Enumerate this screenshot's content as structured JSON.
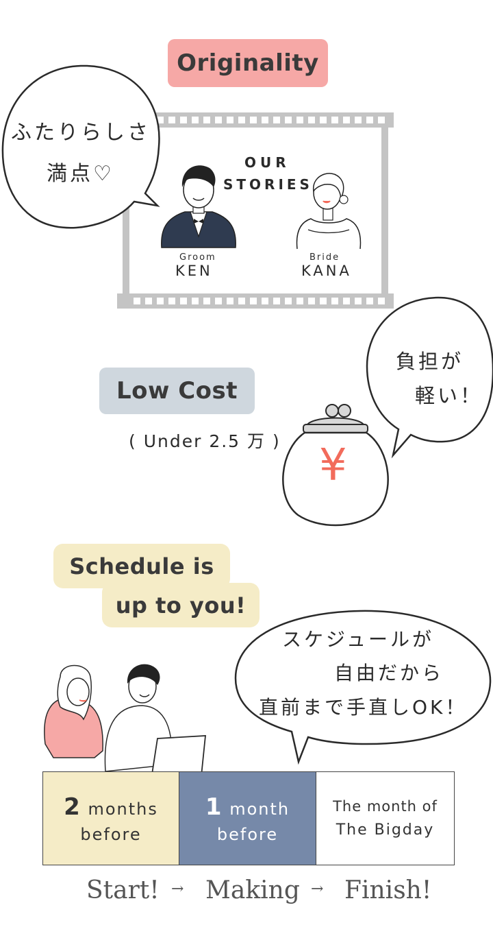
{
  "sections": {
    "originality": {
      "label": "Originality",
      "color": "#f6a8a6",
      "bubble_line1": "ふたりらしさ",
      "bubble_line2": "満点♡",
      "film": {
        "our": "OUR",
        "stories": "STORIES",
        "groom_role": "Groom",
        "groom_name": "KEN",
        "bride_role": "Bride",
        "bride_name": "KANA"
      }
    },
    "low_cost": {
      "label": "Low Cost",
      "color": "#cfd7de",
      "price_note": "( Under 2.5 万 )",
      "bubble_line1": "負担が",
      "bubble_line2": "軽い！",
      "purse_symbol": "¥",
      "purse_symbol_color": "#f26b5b"
    },
    "schedule": {
      "label_line1": "Schedule is",
      "label_line2": "up to you!",
      "color": "#f5ecc7",
      "bubble_line1": "スケジュールが",
      "bubble_line2": "自由だから",
      "bubble_line3": "直前まで手直しOK！",
      "timeline": [
        {
          "num": "2",
          "unit": "months",
          "after": "before",
          "bg": "#f5ecc7",
          "fg": "#333333"
        },
        {
          "num": "1",
          "unit": "month",
          "after": "before",
          "bg": "#7689a9",
          "fg": "#ffffff"
        },
        {
          "line1": "The month of",
          "line2": "The Bigday",
          "bg": "#ffffff",
          "fg": "#333333"
        }
      ],
      "steps": {
        "start": "Start!",
        "arrow1": "→",
        "making": "Making",
        "arrow2": "→",
        "finish": "Finish!"
      }
    }
  }
}
